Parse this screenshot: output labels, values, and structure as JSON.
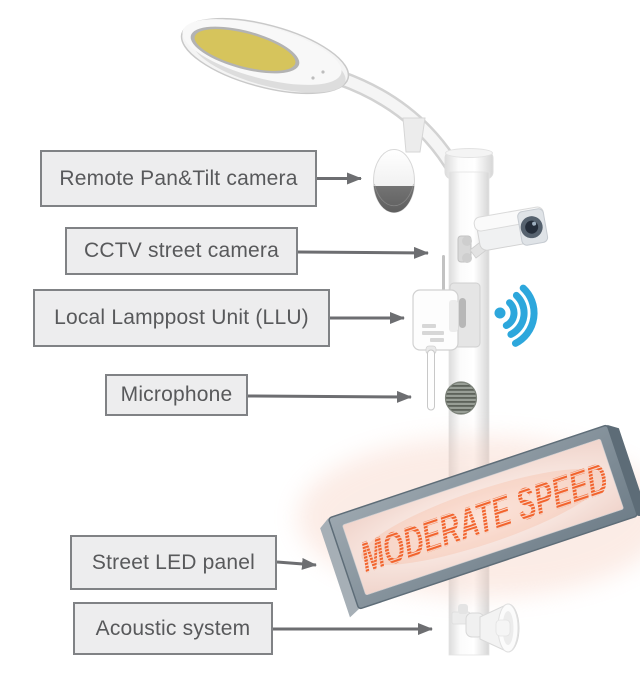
{
  "diagram": {
    "type": "labeled-illustration",
    "subject": "smart lamppost components",
    "background": "#ffffff",
    "labels": [
      {
        "text": "Remote Pan&Tilt camera",
        "target": "pan-tilt-dome-camera"
      },
      {
        "text": "CCTV street camera",
        "target": "cctv-bullet-camera"
      },
      {
        "text": "Local Lamppost Unit (LLU)",
        "target": "llu-box"
      },
      {
        "text": "Microphone",
        "target": "microphone-stick"
      },
      {
        "text": "Street LED panel",
        "target": "led-message-panel"
      },
      {
        "text": "Acoustic system",
        "target": "horn-speaker"
      }
    ],
    "label_style": {
      "fill": "#ededee",
      "border": "#808285",
      "text_color": "#58595b"
    },
    "arrow_color": "#6d6e71",
    "street_lamp": {
      "lens_color": "#d6c45c"
    },
    "wifi_icon": {
      "color": "#2da7dc"
    },
    "led_panel": {
      "text": "MODERATE SPEED",
      "text_color": "#f2632c",
      "frame_color": "#87939b",
      "screen_color": "#f6e2db"
    }
  }
}
